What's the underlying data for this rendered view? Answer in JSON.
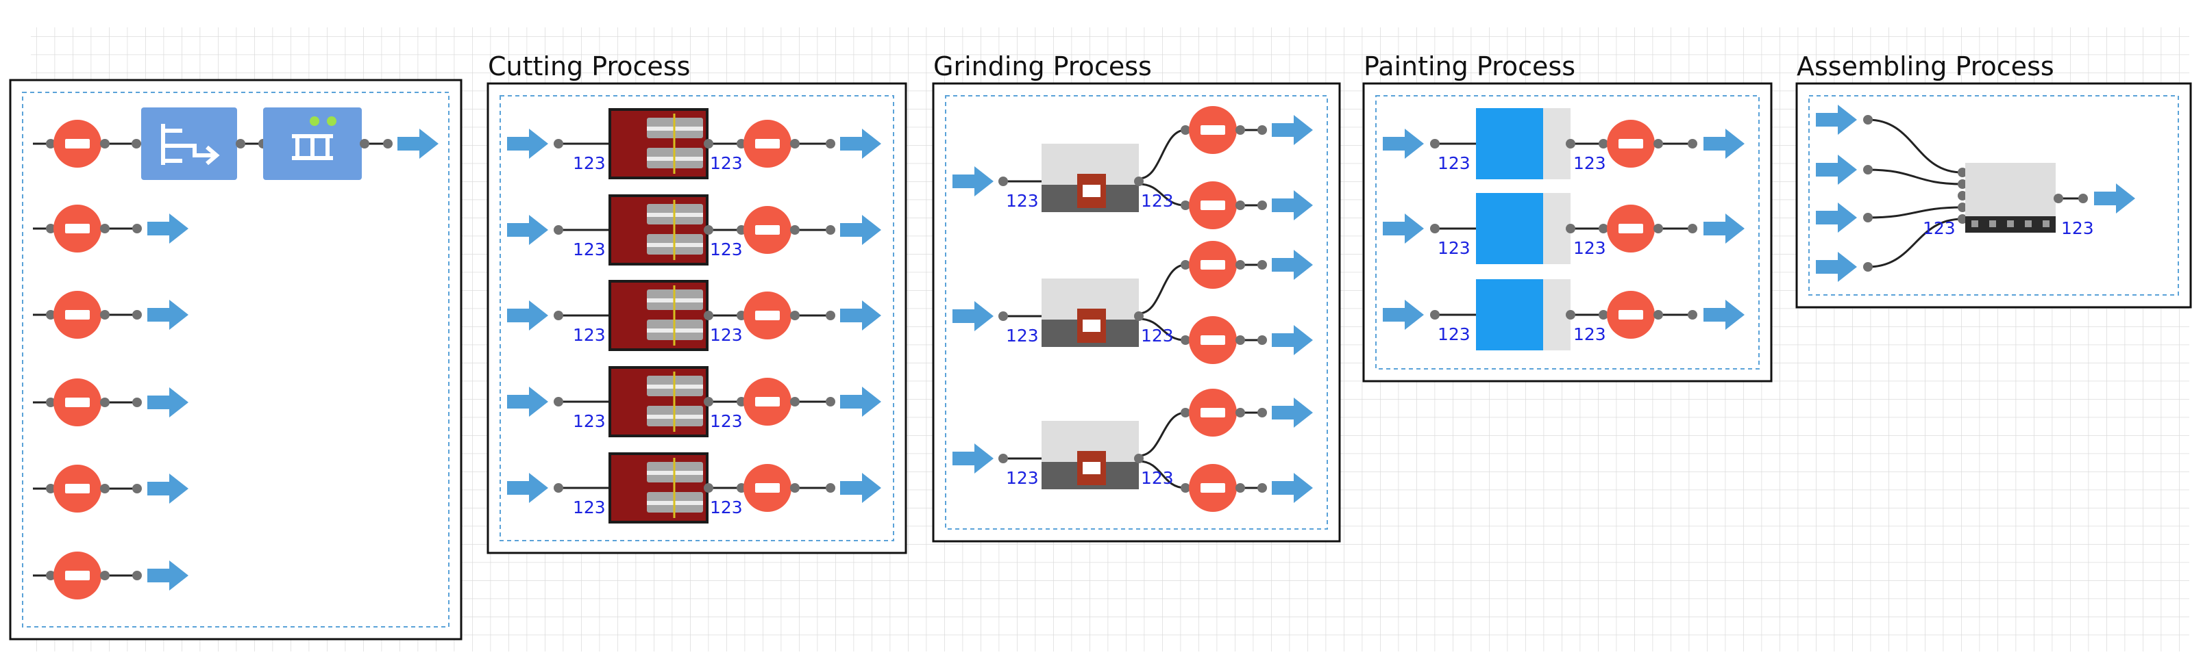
{
  "canvas": {
    "background": "#ffffff",
    "grid_color": "#dcdcdc",
    "accent_colors": {
      "arrow": "#4f9ed8",
      "stop": "#f25a44",
      "machine_red": "#8e1616",
      "paint_blue": "#1e9cf0",
      "label_blue": "#1b22e0",
      "block_blue": "#6c9ee0"
    }
  },
  "groups": [
    {
      "id": "source",
      "title": ""
    },
    {
      "id": "cutting",
      "title": "Cutting Process"
    },
    {
      "id": "grinding",
      "title": "Grinding Process"
    },
    {
      "id": "painting",
      "title": "Painting Process"
    },
    {
      "id": "assembling",
      "title": "Assembling Process"
    }
  ],
  "number_label": "123",
  "icons": {
    "inflow": "arrow-icon",
    "stop": "stop-icon",
    "router": "router-block-icon",
    "buffer": "buffer-block-icon",
    "cutting_machine": "cutting-machine-icon",
    "grinder": "grinder-icon",
    "paint_station": "paint-station-icon",
    "assembler": "assembler-icon"
  }
}
